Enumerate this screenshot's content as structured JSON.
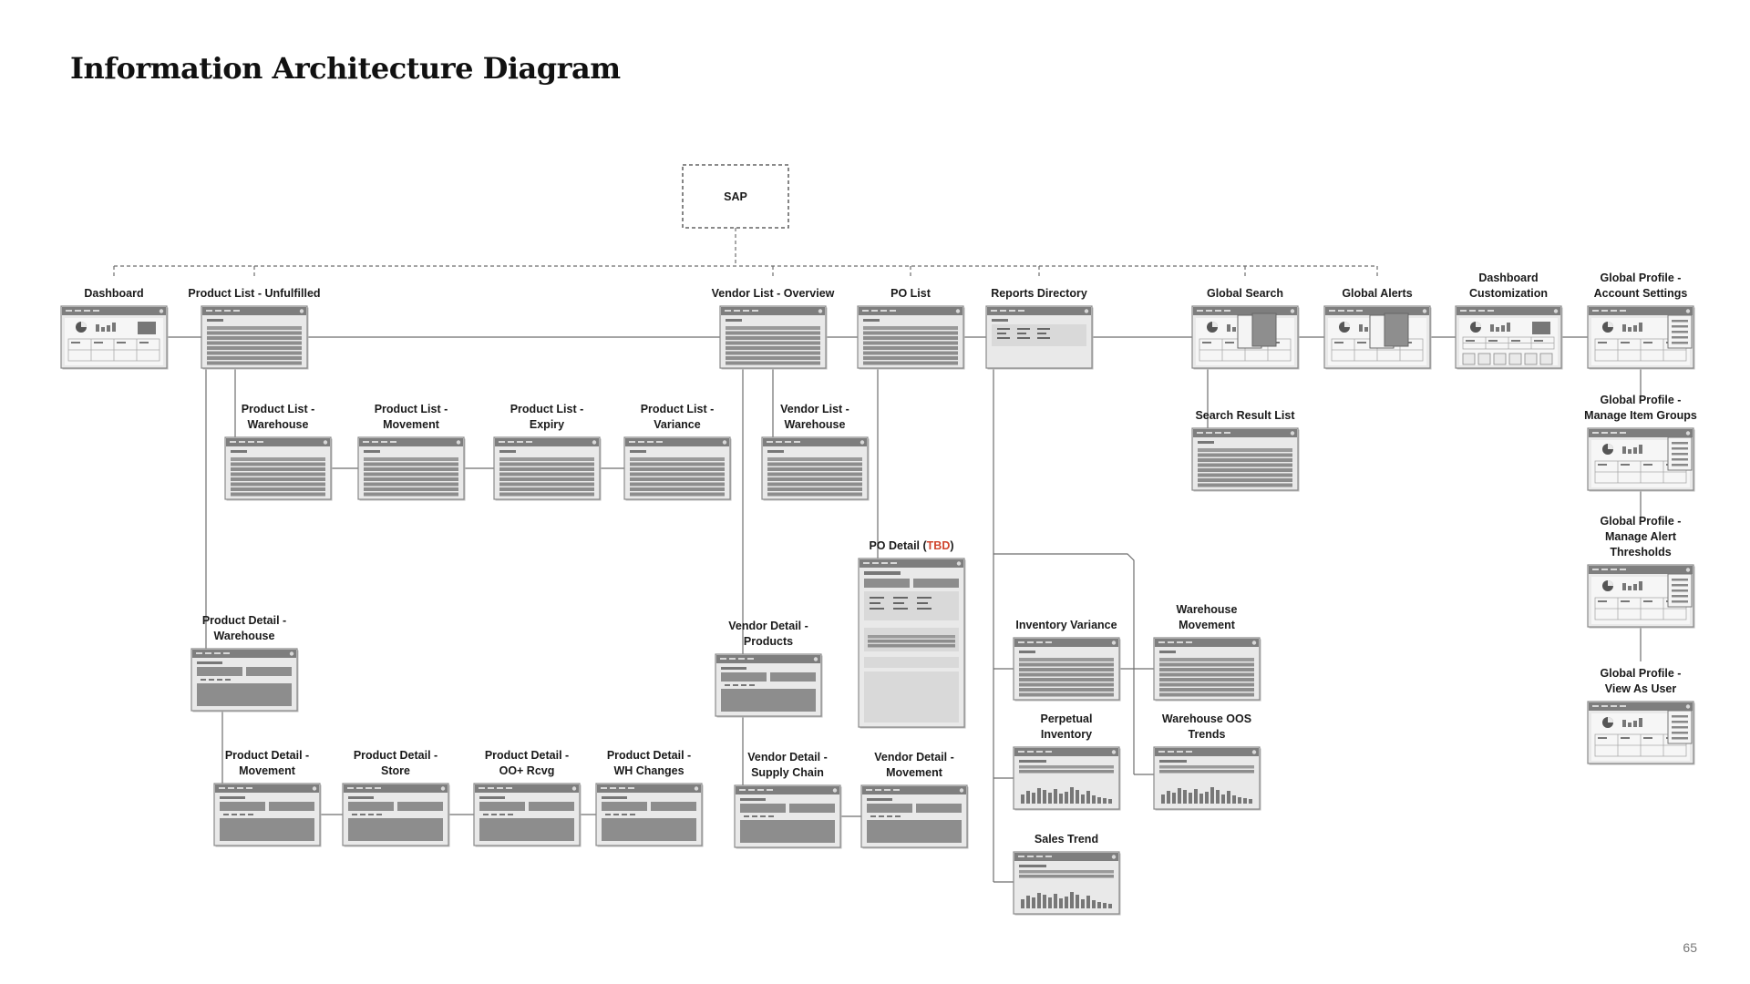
{
  "page": {
    "title": "Information Architecture Diagram",
    "page_number": "65"
  },
  "root": {
    "label": "SAP"
  },
  "nodes": [
    {
      "id": "dashboard",
      "label": [
        "Dashboard"
      ],
      "type": "dashboard"
    },
    {
      "id": "product-list-unfulfilled",
      "label": [
        "Product List - Unfulfilled"
      ],
      "type": "list"
    },
    {
      "id": "vendor-list-overview",
      "label": [
        "Vendor List - Overview"
      ],
      "type": "list"
    },
    {
      "id": "po-list",
      "label": [
        "PO List"
      ],
      "type": "list"
    },
    {
      "id": "reports-directory",
      "label": [
        "Reports Directory"
      ],
      "type": "directory"
    },
    {
      "id": "global-search",
      "label": [
        "Global Search"
      ],
      "type": "dashboard-overlay"
    },
    {
      "id": "global-alerts",
      "label": [
        "Global Alerts"
      ],
      "type": "dashboard-overlay"
    },
    {
      "id": "dashboard-customization",
      "label": [
        "Dashboard",
        "Customization"
      ],
      "type": "dashboard-custom"
    },
    {
      "id": "global-profile-account-settings",
      "label": [
        "Global Profile -",
        "Account Settings"
      ],
      "type": "dashboard-panel"
    },
    {
      "id": "product-list-warehouse",
      "label": [
        "Product List -",
        "Warehouse"
      ],
      "type": "list"
    },
    {
      "id": "product-list-movement",
      "label": [
        "Product List -",
        "Movement"
      ],
      "type": "list"
    },
    {
      "id": "product-list-expiry",
      "label": [
        "Product List -",
        "Expiry"
      ],
      "type": "list"
    },
    {
      "id": "product-list-variance",
      "label": [
        "Product List -",
        "Variance"
      ],
      "type": "list"
    },
    {
      "id": "vendor-list-warehouse",
      "label": [
        "Vendor List -",
        "Warehouse"
      ],
      "type": "list"
    },
    {
      "id": "search-result-list",
      "label": [
        "Search Result List"
      ],
      "type": "list"
    },
    {
      "id": "global-profile-manage-item-groups",
      "label": [
        "Global Profile -",
        "Manage Item Groups"
      ],
      "type": "dashboard-panel"
    },
    {
      "id": "global-profile-manage-alert-thresholds",
      "label": [
        "Global Profile -",
        "Manage Alert",
        "Thresholds"
      ],
      "type": "dashboard-panel"
    },
    {
      "id": "global-profile-view-as-user",
      "label": [
        "Global Profile -",
        "View As User"
      ],
      "type": "dashboard-panel"
    },
    {
      "id": "po-detail",
      "label": [
        "PO Detail (",
        "TBD",
        ")"
      ],
      "type": "detail-tall"
    },
    {
      "id": "product-detail-warehouse",
      "label": [
        "Product Detail -",
        "Warehouse"
      ],
      "type": "detail"
    },
    {
      "id": "vendor-detail-products",
      "label": [
        "Vendor Detail -",
        "Products"
      ],
      "type": "detail"
    },
    {
      "id": "inventory-variance",
      "label": [
        "Inventory Variance"
      ],
      "type": "list"
    },
    {
      "id": "warehouse-movement",
      "label": [
        "Warehouse",
        "Movement"
      ],
      "type": "list"
    },
    {
      "id": "perpetual-inventory",
      "label": [
        "Perpetual",
        "Inventory"
      ],
      "type": "chart"
    },
    {
      "id": "warehouse-oos-trends",
      "label": [
        "Warehouse OOS",
        "Trends"
      ],
      "type": "chart"
    },
    {
      "id": "sales-trend",
      "label": [
        "Sales Trend"
      ],
      "type": "chart"
    },
    {
      "id": "product-detail-movement",
      "label": [
        "Product Detail -",
        "Movement"
      ],
      "type": "detail"
    },
    {
      "id": "product-detail-store",
      "label": [
        "Product Detail -",
        "Store"
      ],
      "type": "detail"
    },
    {
      "id": "product-detail-oo-rcvg",
      "label": [
        "Product Detail -",
        "OO+ Rcvg"
      ],
      "type": "detail"
    },
    {
      "id": "product-detail-wh-changes",
      "label": [
        "Product Detail -",
        "WH Changes"
      ],
      "type": "detail"
    },
    {
      "id": "vendor-detail-supply-chain",
      "label": [
        "Vendor Detail -",
        "Supply Chain"
      ],
      "type": "detail"
    },
    {
      "id": "vendor-detail-movement",
      "label": [
        "Vendor Detail -",
        "Movement"
      ],
      "type": "detail"
    }
  ]
}
